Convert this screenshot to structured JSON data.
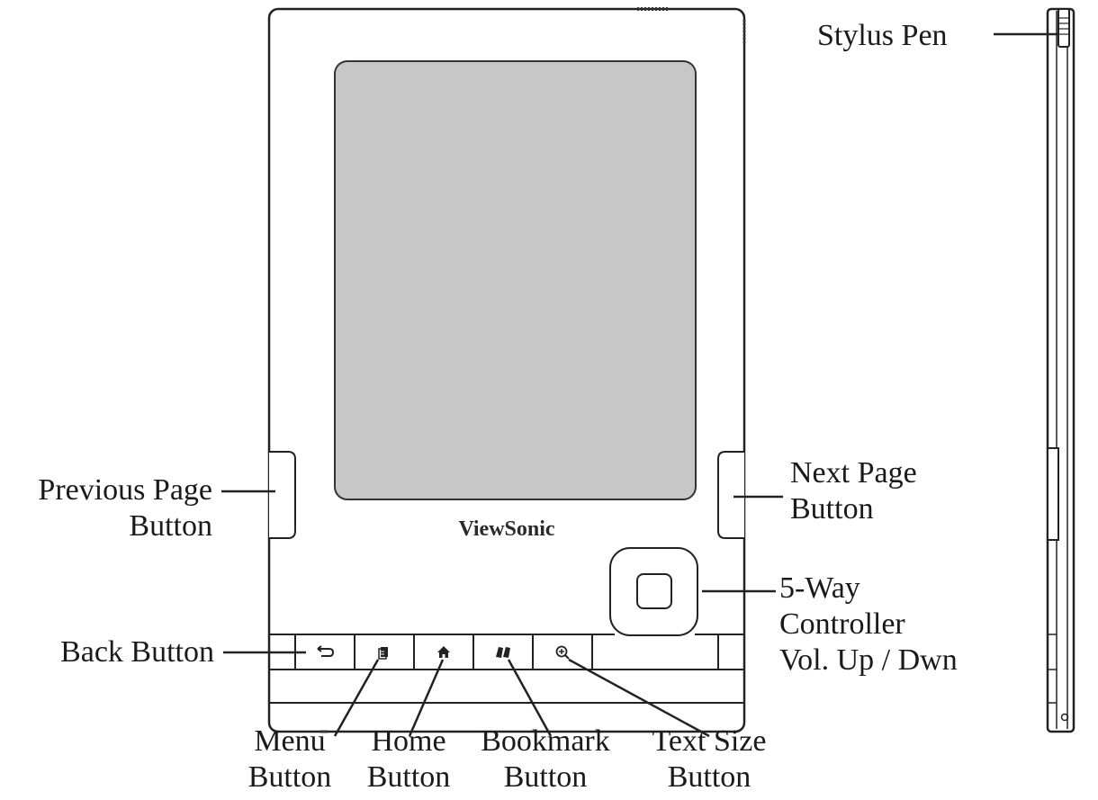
{
  "brand": "ViewSonic",
  "labels": {
    "stylus_pen": "Stylus Pen",
    "previous_page": [
      "Previous Page",
      "Button"
    ],
    "next_page": [
      "Next Page",
      "Button"
    ],
    "back": "Back Button",
    "five_way": [
      "5-Way",
      "Controller",
      "Vol. Up / Dwn"
    ],
    "menu": [
      "Menu",
      "Button"
    ],
    "home": [
      "Home",
      "Button"
    ],
    "bookmark": [
      "Bookmark",
      "Button"
    ],
    "text_size": [
      "Text Size",
      "Button"
    ]
  },
  "colors": {
    "screen": "#c7c7c7",
    "outline": "#222222",
    "background": "#ffffff"
  },
  "icons": {
    "back": "back-arrow-icon",
    "menu": "menu-list-icon",
    "home": "home-icon",
    "bookmark": "open-book-icon",
    "text_size": "zoom-in-icon"
  }
}
